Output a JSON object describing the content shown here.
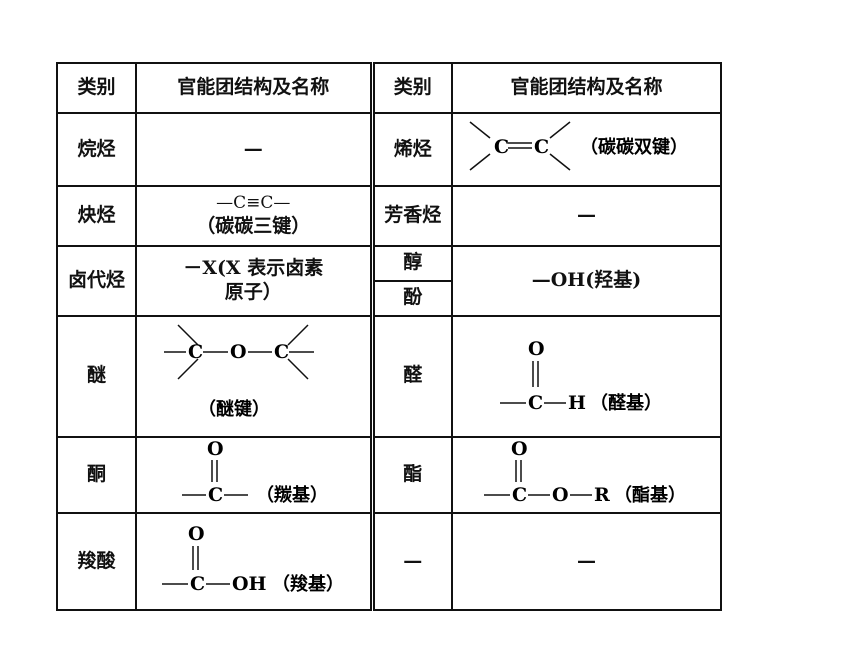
{
  "headers": {
    "category": "类别",
    "structure": "官能团结构及名称"
  },
  "rows": {
    "alkane": {
      "category": "烷烃",
      "structure": "—"
    },
    "alkene": {
      "category": "烯烃",
      "name": "（碳碳双键）",
      "c1": "C",
      "c2": "C"
    },
    "alkyne": {
      "category": "炔烃",
      "formula": "—C≡C—",
      "name": "（碳碳三键）"
    },
    "aromatic": {
      "category": "芳香烃",
      "structure": "—"
    },
    "haloalkane": {
      "category": "卤代烃",
      "line1": "－X(X 表示卤素",
      "line2": "原子）"
    },
    "alcohol": {
      "category": "醇"
    },
    "phenol": {
      "category": "酚"
    },
    "hydroxyl": {
      "structure": "—OH(羟基)"
    },
    "ether": {
      "category": "醚",
      "c1": "C",
      "o": "O",
      "c2": "C",
      "name": "（醚键）"
    },
    "aldehyde": {
      "category": "醛",
      "o": "O",
      "c": "C",
      "h": "H",
      "name": "（醛基）"
    },
    "ketone": {
      "category": "酮",
      "o": "O",
      "c": "C",
      "name": "（羰基）"
    },
    "ester": {
      "category": "酯",
      "o_top": "O",
      "c": "C",
      "o": "O",
      "r": "R",
      "name": "（酯基）"
    },
    "acid": {
      "category": "羧酸",
      "o": "O",
      "c": "C",
      "oh": "OH",
      "name": "（羧基）"
    },
    "empty": {
      "category": "—",
      "structure": "—"
    }
  }
}
